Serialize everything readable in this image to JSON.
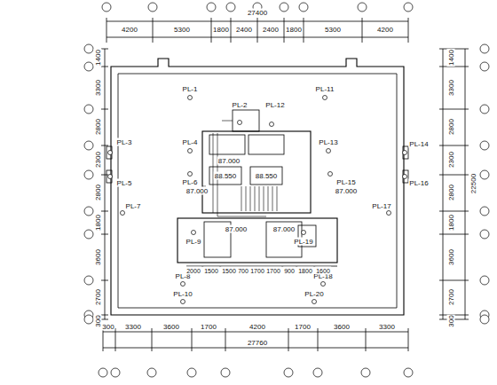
{
  "diagram": {
    "labels": [
      "27400",
      "4200",
      "5300",
      "1800",
      "2400",
      "2400",
      "1800",
      "5300",
      "4200",
      "1400",
      "3300",
      "2800",
      "2300",
      "2800",
      "1800",
      "3600",
      "2700",
      "300",
      "1400",
      "3300",
      "2800",
      "2300",
      "2800",
      "1800",
      "3600",
      "2700",
      "300",
      "22500",
      "300",
      "3300",
      "3600",
      "1700",
      "4200",
      "1700",
      "3600",
      "3300",
      "27760",
      "PL-1",
      "PL-2",
      "PL-3",
      "PL-4",
      "PL-5",
      "PL-6",
      "PL-7",
      "PL-8",
      "PL-9",
      "PL-10",
      "PL-11",
      "PL-12",
      "PL-13",
      "PL-14",
      "PL-15",
      "PL-16",
      "PL-17",
      "PL-18",
      "PL-19",
      "PL-20",
      "87.000",
      "87.000",
      "87.000",
      "88.550",
      "88.550",
      "87.000",
      "87.000",
      "2000",
      "1500",
      "1500",
      "700",
      "1700",
      "1700",
      "900",
      "1800",
      "1600"
    ]
  }
}
